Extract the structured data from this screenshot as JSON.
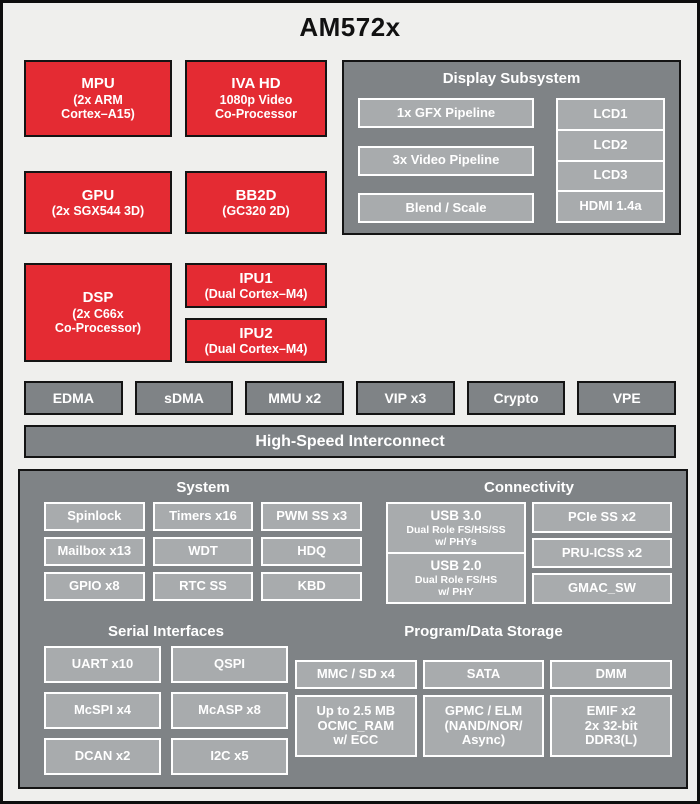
{
  "title": "AM572x",
  "processors": [
    {
      "id": "mpu",
      "name": "MPU",
      "lines": [
        "(2x ARM",
        "Cortex–A15)"
      ]
    },
    {
      "id": "ivahd",
      "name": "IVA HD",
      "lines": [
        "1080p Video",
        "Co-Processor"
      ]
    },
    {
      "id": "gpu",
      "name": "GPU",
      "lines": [
        "(2x SGX544 3D)"
      ]
    },
    {
      "id": "bb2d",
      "name": "BB2D",
      "lines": [
        "(GC320 2D)"
      ]
    },
    {
      "id": "dsp",
      "name": "DSP",
      "lines": [
        "(2x C66x",
        "Co-Processor)"
      ]
    },
    {
      "id": "ipu1",
      "name": "IPU1",
      "lines": [
        "(Dual Cortex–M4)"
      ]
    },
    {
      "id": "ipu2",
      "name": "IPU2",
      "lines": [
        "(Dual Cortex–M4)"
      ]
    }
  ],
  "display_subsystem": {
    "title": "Display Subsystem",
    "pipelines": [
      "1x GFX Pipeline",
      "3x Video Pipeline",
      "Blend / Scale"
    ],
    "outputs": [
      "LCD1",
      "LCD2",
      "LCD3",
      "HDMI 1.4a"
    ]
  },
  "peripherals": [
    "EDMA",
    "sDMA",
    "MMU x2",
    "VIP x3",
    "Crypto",
    "VPE"
  ],
  "interconnect": "High-Speed Interconnect",
  "system": {
    "title": "System",
    "items": [
      "Spinlock",
      "Timers x16",
      "PWM SS x3",
      "Mailbox x13",
      "WDT",
      "HDQ",
      "GPIO x8",
      "RTC SS",
      "KBD"
    ]
  },
  "connectivity": {
    "title": "Connectivity",
    "usb": [
      {
        "l1": "USB 3.0",
        "l2": [
          "Dual Role FS/HS/SS",
          "w/ PHYs"
        ]
      },
      {
        "l1": "USB 2.0",
        "l2": [
          "Dual Role FS/HS",
          "w/ PHY"
        ]
      }
    ],
    "right": [
      "PCIe SS x2",
      "PRU-ICSS x2",
      "GMAC_SW"
    ]
  },
  "serial": {
    "title": "Serial Interfaces",
    "items": [
      "UART x10",
      "QSPI",
      "McSPI x4",
      "McASP x8",
      "DCAN x2",
      "I2C x5"
    ]
  },
  "storage": {
    "title": "Program/Data Storage",
    "row1": [
      "MMC / SD x4",
      "SATA",
      "DMM"
    ],
    "row2": [
      [
        "Up to 2.5 MB",
        "OCMC_RAM",
        "w/ ECC"
      ],
      [
        "GPMC / ELM",
        "(NAND/NOR/",
        "Async)"
      ],
      [
        "EMIF x2",
        "2x 32-bit",
        "DDR3(L)"
      ]
    ]
  },
  "colors": {
    "processor_red": "#e42b33",
    "panel_gray": "#7f8386",
    "subbox_gray": "#a8abad",
    "background": "#efefed",
    "border_black": "#141414",
    "text_white": "#ffffff"
  }
}
